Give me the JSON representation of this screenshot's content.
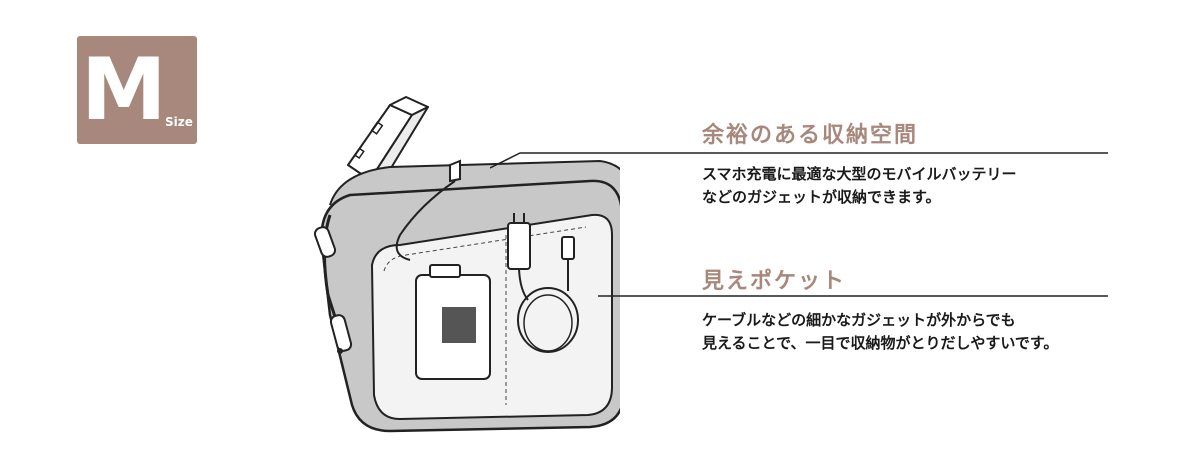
{
  "badge": {
    "letter": "M",
    "word": "Size",
    "color": "#a8887c"
  },
  "features": [
    {
      "heading": "余裕のある収納空間",
      "lines": [
        "スマホ充電に最適な大型のモバイルバッテリー",
        "などのガジェットが収納できます。"
      ]
    },
    {
      "heading": "見えポケット",
      "lines": [
        "ケーブルなどの細かなガジェットが外からでも",
        "見えることで、一目で収納物がとりだしやすいです。"
      ]
    }
  ],
  "colors": {
    "accent": "#a8887c",
    "bag_fill": "#c8c8c8",
    "pocket_fill": "#f3f3f3",
    "text": "#1a1a1a"
  }
}
